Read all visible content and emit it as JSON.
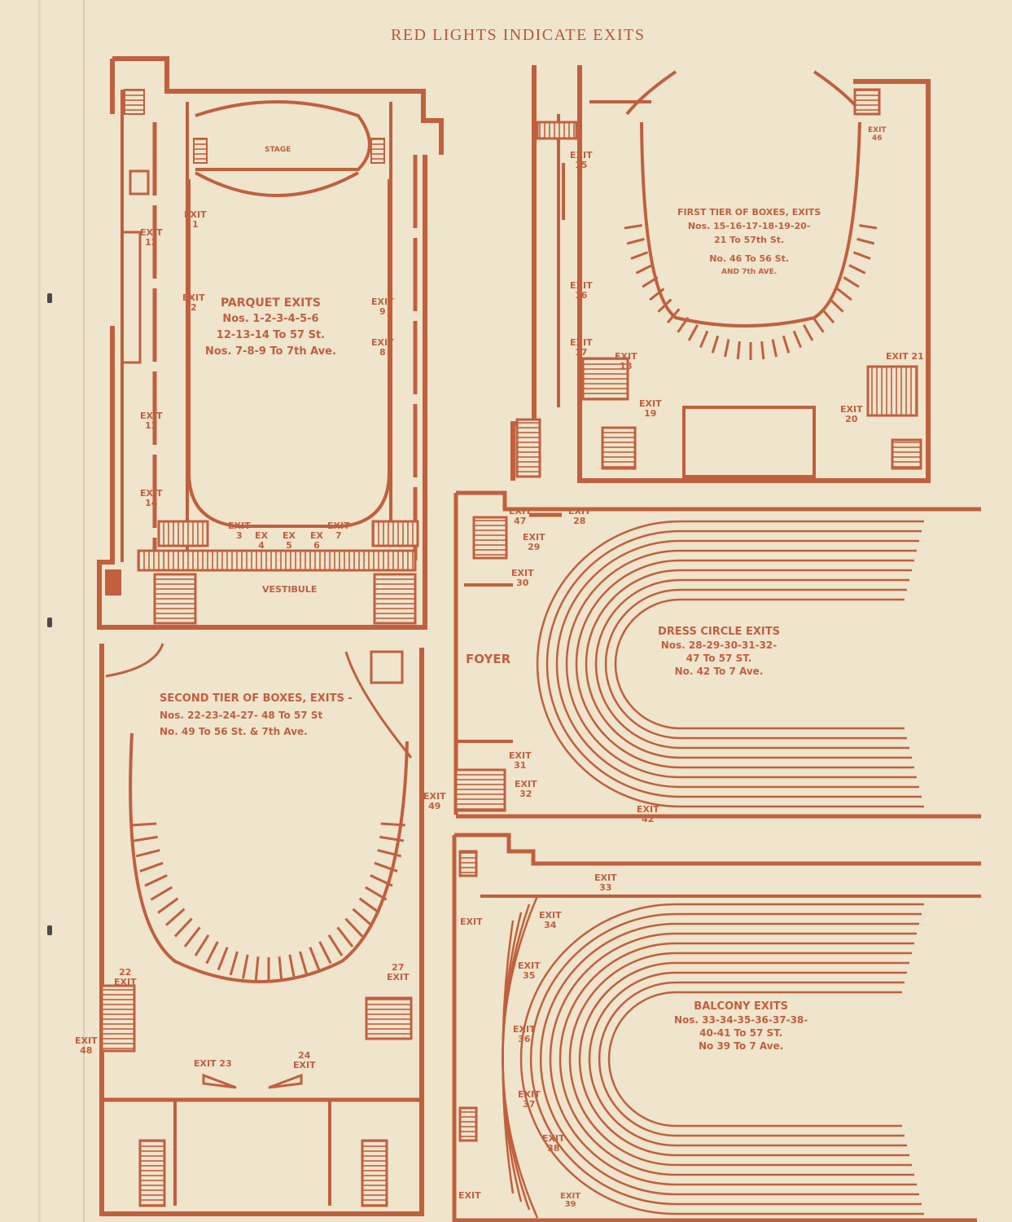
{
  "header": "RED LIGHTS INDICATE EXITS",
  "colors": {
    "paper": "#efe4cc",
    "ink": "#c0603e",
    "fold": "#d9ccb0"
  },
  "parquet": {
    "stage": "STAGE",
    "vestibule": "VESTIBULE",
    "title": "PARQUET EXITS",
    "lines": [
      "Nos. 1-2-3-4-5-6",
      "12-13-14 To 57 St.",
      "Nos. 7-8-9 To 7th Ave."
    ],
    "exits": {
      "e1": [
        "EXIT",
        "1"
      ],
      "e2": [
        "EXIT",
        "2"
      ],
      "e3": [
        "EXIT",
        "3"
      ],
      "e4": [
        "EX",
        "4"
      ],
      "e5": [
        "EX",
        "5"
      ],
      "e6": [
        "EX",
        "6"
      ],
      "e7": [
        "EXIT",
        "7"
      ],
      "e8": [
        "EXIT",
        "8"
      ],
      "e9": [
        "EXIT",
        "9"
      ],
      "e12": [
        "EXIT",
        "12"
      ],
      "e13": [
        "EXIT",
        "13"
      ],
      "e14": [
        "EXIT",
        "14"
      ]
    }
  },
  "first_tier": {
    "title": "FIRST TIER OF BOXES, EXITS",
    "lines": [
      "Nos. 15-16-17-18-19-20-",
      "21 To 57th St.",
      "No. 46 To 56 St.",
      "AND 7th AVE."
    ],
    "exits": {
      "e15": [
        "EXIT",
        "15"
      ],
      "e16": [
        "EXIT",
        "16"
      ],
      "e17": [
        "EXIT",
        "17"
      ],
      "e18": [
        "EXIT",
        "18"
      ],
      "e19": [
        "EXIT",
        "19"
      ],
      "e20": [
        "EXIT",
        "20"
      ],
      "e21": "EXIT 21",
      "e46": [
        "EXIT",
        "46"
      ]
    }
  },
  "dress_circle": {
    "foyer": "FOYER",
    "title": "DRESS CIRCLE EXITS",
    "lines": [
      "Nos. 28-29-30-31-32-",
      "47 To 57 ST.",
      "No. 42 To 7 Ave."
    ],
    "exits": {
      "e47": [
        "EXIT",
        "47"
      ],
      "e28": [
        "EXIT",
        "28"
      ],
      "e29": [
        "EXIT",
        "29"
      ],
      "e30": [
        "EXIT",
        "30"
      ],
      "e31": [
        "EXIT",
        "31"
      ],
      "e32": [
        "EXIT",
        "32"
      ],
      "e42": [
        "EXIT",
        "42"
      ]
    }
  },
  "second_tier": {
    "title": "SECOND TIER OF BOXES, EXITS -",
    "lines": [
      "Nos. 22-23-24-27- 48 To 57 St",
      "No. 49 To 56 St. & 7th Ave."
    ],
    "exits": {
      "e22": [
        "22",
        "EXIT"
      ],
      "e27": [
        "27",
        "EXIT"
      ],
      "e48": [
        "EXIT",
        "48"
      ],
      "e23": "EXIT 23",
      "e24": [
        "24",
        "EXIT"
      ],
      "e49": [
        "EXIT",
        "49"
      ]
    }
  },
  "balcony": {
    "title": "BALCONY EXITS",
    "lines": [
      "Nos. 33-34-35-36-37-38-",
      "40-41 To 57 ST.",
      "No 39 To 7 Ave."
    ],
    "exits": {
      "e33": [
        "EXIT",
        "33"
      ],
      "e34": [
        "EXIT",
        "34"
      ],
      "e35": [
        "EXIT",
        "35"
      ],
      "e36": [
        "EXIT",
        "36"
      ],
      "e37": [
        "EXIT",
        "37"
      ],
      "e38": [
        "EXIT",
        "38"
      ],
      "e39": [
        "EXIT",
        "39"
      ],
      "e40": "EXIT",
      "e41": "EXIT"
    }
  }
}
